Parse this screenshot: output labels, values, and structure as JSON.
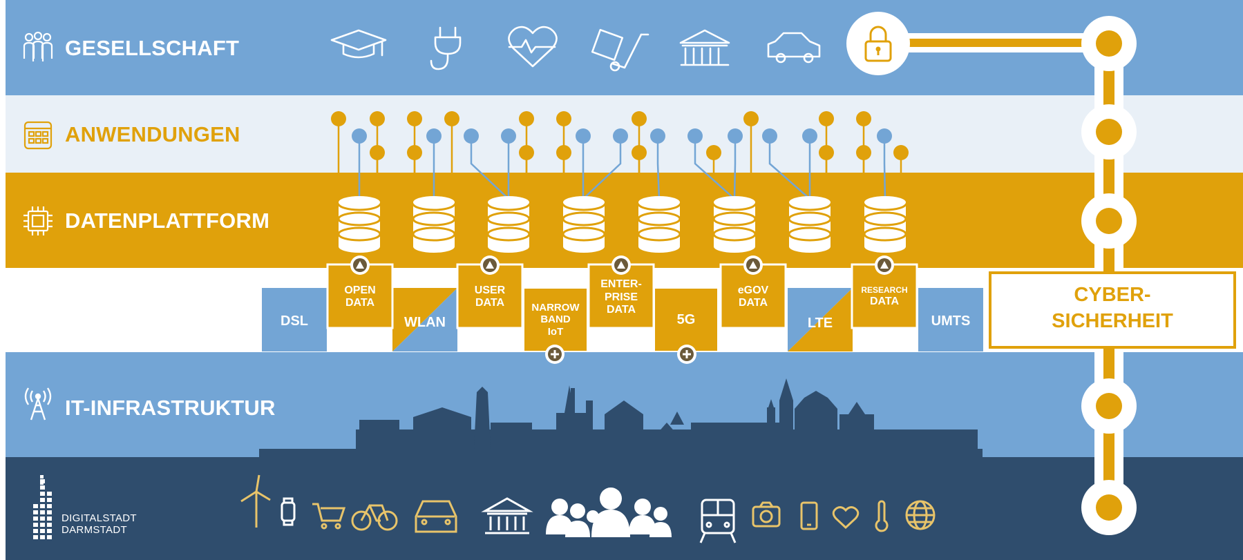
{
  "layers": {
    "gesellschaft": "GESELLSCHAFT",
    "anwendungen": "ANWENDUNGEN",
    "datenplattform": "DATENPLATTFORM",
    "infrastruktur": "IT-INFRASTRUKTUR"
  },
  "data_boxes": {
    "open": [
      "OPEN",
      "DATA"
    ],
    "user": [
      "USER",
      "DATA"
    ],
    "enterprise": [
      "ENTER-",
      "PRISE",
      "DATA"
    ],
    "egov": [
      "eGOV",
      "DATA"
    ],
    "research": [
      "RESEARCH",
      "DATA"
    ]
  },
  "networks": {
    "dsl": "DSL",
    "wlan": "WLAN",
    "narrowband": [
      "NARROW",
      "BAND",
      "IoT"
    ],
    "5g": "5G",
    "lte": "LTE",
    "umts": "UMTS"
  },
  "cyber": [
    "CYBER-",
    "SICHERHEIT"
  ],
  "brand": [
    "DIGITALSTADT",
    "DARMSTADT"
  ],
  "colors": {
    "blue": "#73a5d5",
    "light": "#e9f0f7",
    "gold": "#e0a10b",
    "navy": "#2f4d6d",
    "skyline": "#2f4d6d"
  },
  "icons": {
    "society": [
      "graduation-cap-icon",
      "plug-icon",
      "heart-rate-icon",
      "hand-truck-icon",
      "museum-icon",
      "car-icon",
      "lock-icon"
    ],
    "devices": [
      "wind-turbine-icon",
      "smartwatch-icon",
      "shopping-cart-icon",
      "bicycle-icon",
      "car-icon",
      "museum-icon",
      "people-icon",
      "train-icon",
      "camera-icon",
      "phone-icon",
      "heart-icon",
      "thermometer-icon",
      "globe-icon"
    ]
  }
}
